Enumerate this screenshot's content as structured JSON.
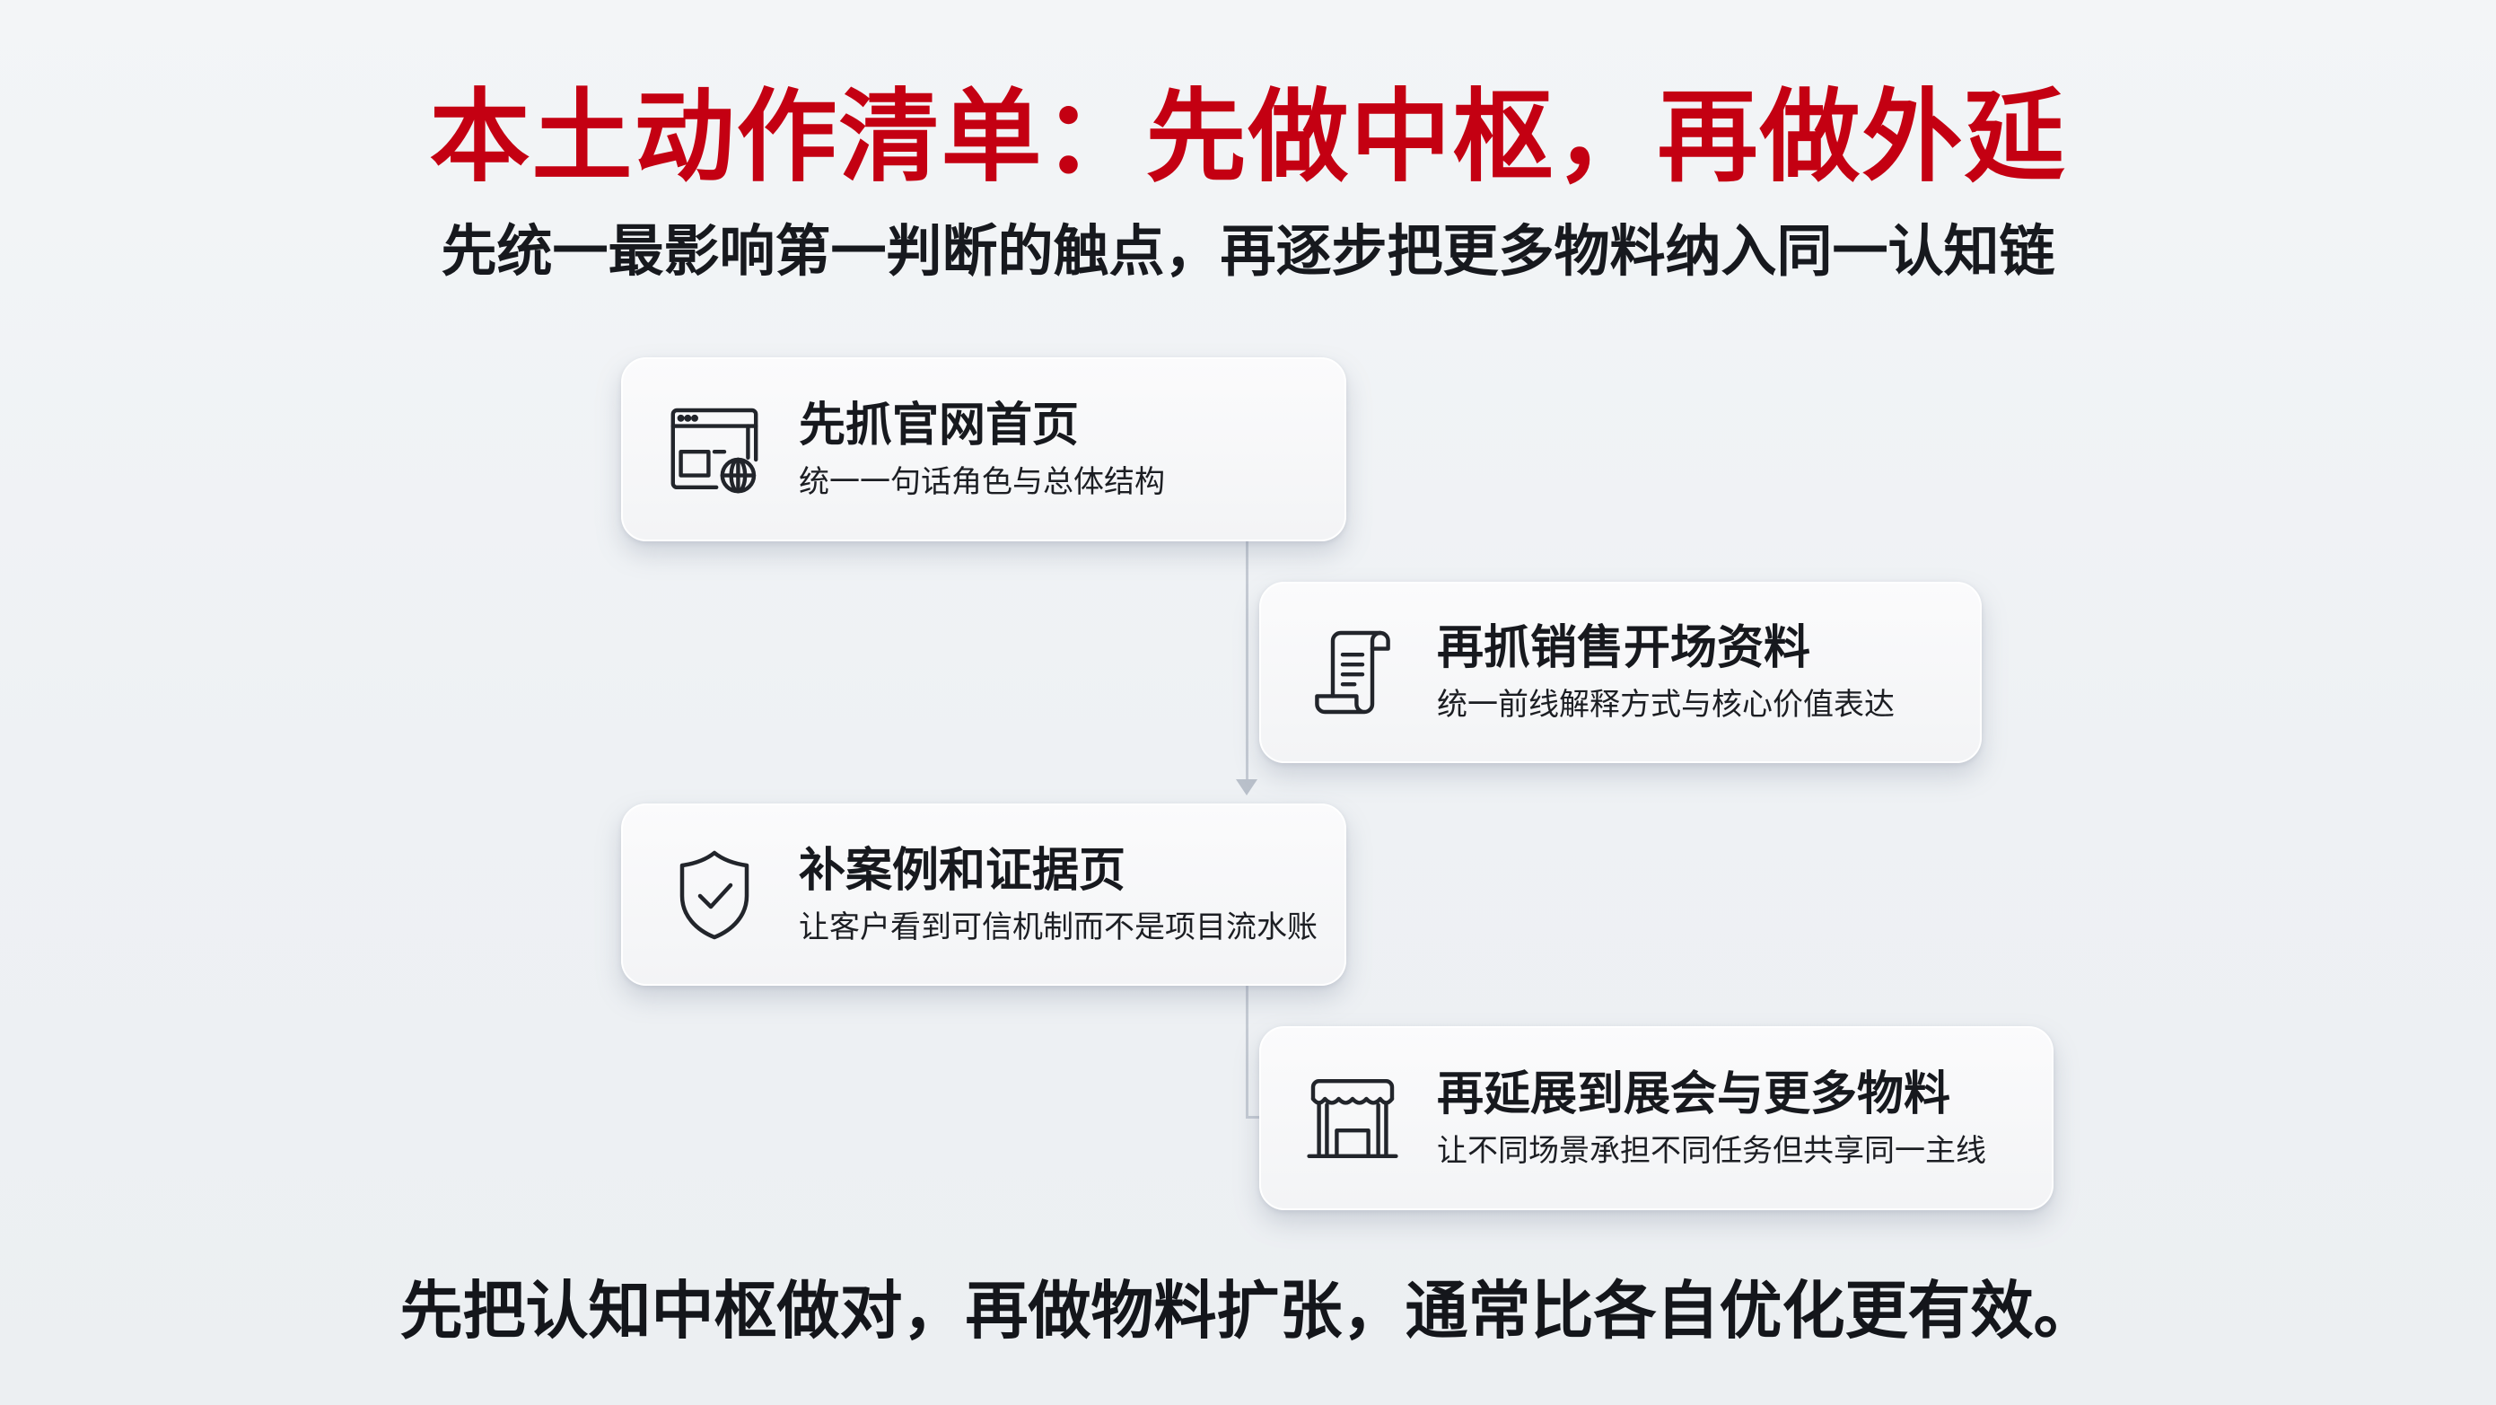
{
  "header": {
    "title": "本土动作清单：先做中枢，再做外延",
    "subtitle": "先统一最影响第一判断的触点，再逐步把更多物料纳入同一认知链"
  },
  "steps": [
    {
      "icon": "browser-globe-icon",
      "title": "先抓官网首页",
      "description": "统一一句话角色与总体结构"
    },
    {
      "icon": "scroll-document-icon",
      "title": "再抓销售开场资料",
      "description": "统一前线解释方式与核心价值表达"
    },
    {
      "icon": "shield-check-icon",
      "title": "补案例和证据页",
      "description": "让客户看到可信机制而不是项目流水账"
    },
    {
      "icon": "storefront-booth-icon",
      "title": "再延展到展会与更多物料",
      "description": "让不同场景承担不同任务但共享同一主线"
    }
  ],
  "footer": {
    "conclusion": "先把认知中枢做对，再做物料扩张，通常比各自优化更有效。"
  },
  "colors": {
    "title_red": "#c40012",
    "text_dark": "#17191e",
    "connector_gray": "#c4cad3",
    "background": "#f1f3f6"
  }
}
